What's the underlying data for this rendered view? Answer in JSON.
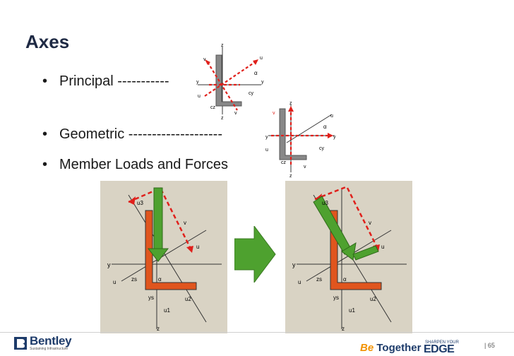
{
  "slide": {
    "title": "Axes",
    "page_number": "| 65"
  },
  "bullets": [
    {
      "symbol": "•",
      "text": "Principal -----------"
    },
    {
      "symbol": "•",
      "text": "Geometric --------------------"
    },
    {
      "symbol": "•",
      "text": "Member Loads and Forces"
    }
  ],
  "small_diagram_labels": {
    "z": "z",
    "u": "u",
    "v": "v",
    "y": "y",
    "alpha": "α",
    "cy": "cy",
    "cz": "cz"
  },
  "large_diagram_labels": {
    "u3": "u3",
    "u1": "u1",
    "u2": "u2",
    "v": "v",
    "u": "u",
    "y": "y",
    "z": "z",
    "zs": "zs",
    "ys": "ys",
    "alpha": "α"
  },
  "footer": {
    "company": "Bentley",
    "tagline": "Sustaining Infrastructure",
    "be": "Be",
    "together": "Together",
    "edge_small": "SHARPEN YOUR",
    "edge": "EDGE"
  },
  "colors": {
    "title": "#1f2a44",
    "red_axis": "#e0201b",
    "angle_fill": "#e0551e",
    "green_arrow": "#4ea12f",
    "diagram_bg": "#d9d3c4"
  }
}
